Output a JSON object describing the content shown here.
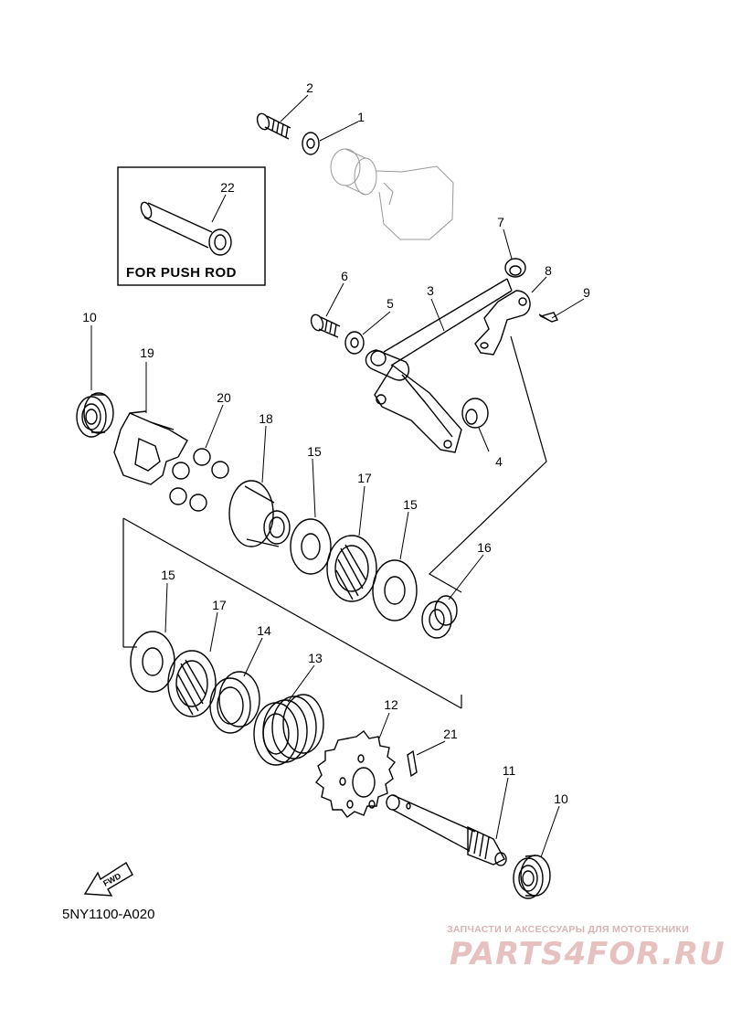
{
  "callouts": [
    {
      "id": "c2",
      "text": "2"
    },
    {
      "id": "c1",
      "text": "1"
    },
    {
      "id": "c22",
      "text": "22"
    },
    {
      "id": "c7",
      "text": "7"
    },
    {
      "id": "c8",
      "text": "8"
    },
    {
      "id": "c3",
      "text": "3"
    },
    {
      "id": "c6",
      "text": "6"
    },
    {
      "id": "c5",
      "text": "5"
    },
    {
      "id": "c9",
      "text": "9"
    },
    {
      "id": "c10a",
      "text": "10"
    },
    {
      "id": "c19",
      "text": "19"
    },
    {
      "id": "c20",
      "text": "20"
    },
    {
      "id": "c4",
      "text": "4"
    },
    {
      "id": "c18",
      "text": "18"
    },
    {
      "id": "c15a",
      "text": "15"
    },
    {
      "id": "c17a",
      "text": "17"
    },
    {
      "id": "c15b",
      "text": "15"
    },
    {
      "id": "c16",
      "text": "16"
    },
    {
      "id": "c15c",
      "text": "15"
    },
    {
      "id": "c17b",
      "text": "17"
    },
    {
      "id": "c14",
      "text": "14"
    },
    {
      "id": "c13",
      "text": "13"
    },
    {
      "id": "c12",
      "text": "12"
    },
    {
      "id": "c21",
      "text": "21"
    },
    {
      "id": "c11",
      "text": "11"
    },
    {
      "id": "c10b",
      "text": "10"
    }
  ],
  "inset": {
    "label": "FOR PUSH ROD"
  },
  "fwd_arrow": {
    "label": "FWD"
  },
  "diagram_code": "5NY1100-A020",
  "watermark": {
    "caption": "ЗАПЧАСТИ И АКСЕССУАРЫ ДЛЯ МОТОТЕХНИКИ",
    "logo": "PARTS4FOR.RU",
    "color": "#e7c0c0"
  }
}
